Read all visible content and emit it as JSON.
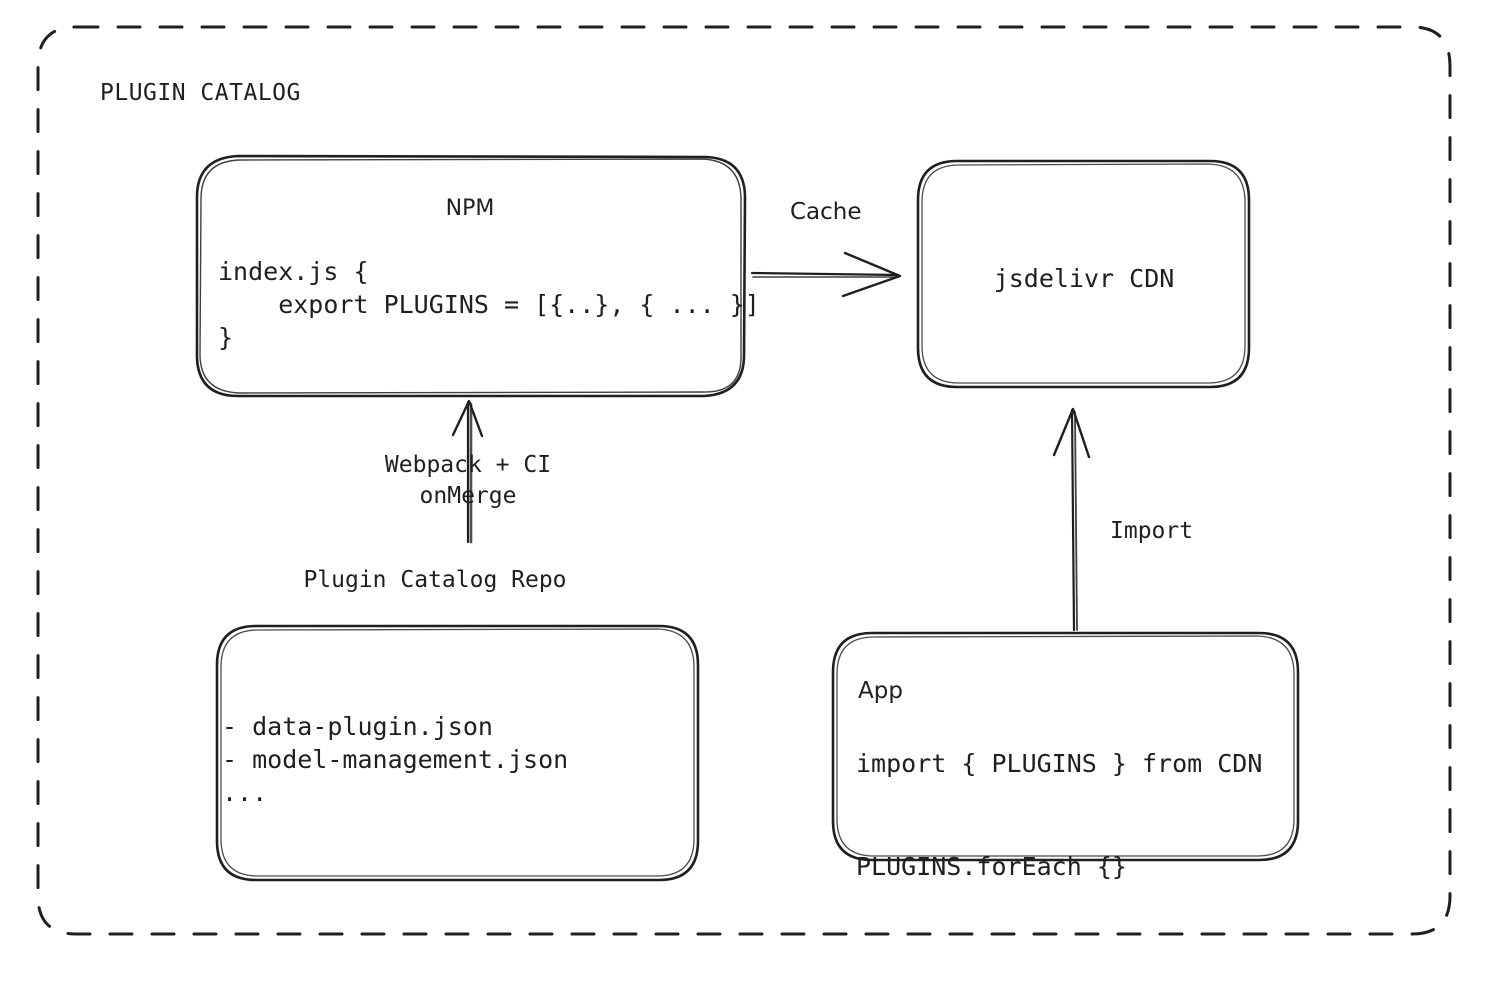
{
  "diagram": {
    "title": "PLUGIN CATALOG",
    "background_color": "#ffffff",
    "stroke_color": "#1f1f1f",
    "nodes": {
      "npm": {
        "label": "NPM",
        "code": "index.js {\n    export PLUGINS = [{..}, { ... }]\n}"
      },
      "cdn": {
        "label": "jsdelivr CDN"
      },
      "repo": {
        "caption": "Plugin Catalog Repo",
        "files": "- data-plugin.json\n- model-management.json\n..."
      },
      "app": {
        "label": "App",
        "code": "import { PLUGINS } from CDN\n\nPLUGINS.forEach {}"
      }
    },
    "edges": {
      "npm_to_cdn": {
        "label": "Cache",
        "from": "npm",
        "to": "cdn",
        "direction": "right"
      },
      "repo_to_npm": {
        "label": "Webpack + CI\nonMerge",
        "from": "repo",
        "to": "npm",
        "direction": "up"
      },
      "app_to_cdn": {
        "label": "Import",
        "from": "app",
        "to": "cdn",
        "direction": "up"
      }
    }
  }
}
